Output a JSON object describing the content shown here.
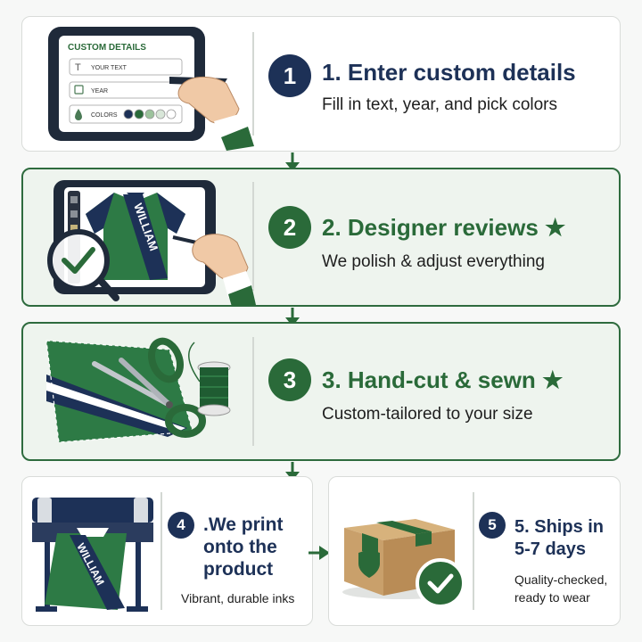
{
  "colors": {
    "navy": "#1d3157",
    "green": "#2a6a39",
    "tan": "#c9a06b"
  },
  "steps": [
    {
      "number": "1",
      "title": "1. Enter custom details",
      "subtitle": "Fill in text, year, and pick colors"
    },
    {
      "number": "2",
      "title": "2. Designer reviews",
      "star": "★",
      "subtitle": "We polish & adjust everything"
    },
    {
      "number": "3",
      "title": "3. Hand-cut & sewn",
      "star": "★",
      "subtitle": "Custom-tailored to your size"
    },
    {
      "number": "4",
      "title_lines": [
        ".We print",
        "onto the",
        "product"
      ],
      "subtitle": "Vibrant, durable inks"
    },
    {
      "number": "5",
      "title_lines": [
        "5. Ships in",
        "5-7 days"
      ],
      "subtitle_lines": [
        "Quality-checked,",
        "ready to wear"
      ]
    }
  ],
  "form": {
    "heading": "CUSTOM DETAILS",
    "text_field": "YOUR TEXT",
    "year_field": "YEAR",
    "colors_label": "COLORS",
    "swatches": [
      "#1d3157",
      "#2a6a39",
      "#9cc29c",
      "#d8e6d8",
      "#ffffff"
    ]
  },
  "shirt_name": "WILLIAM"
}
